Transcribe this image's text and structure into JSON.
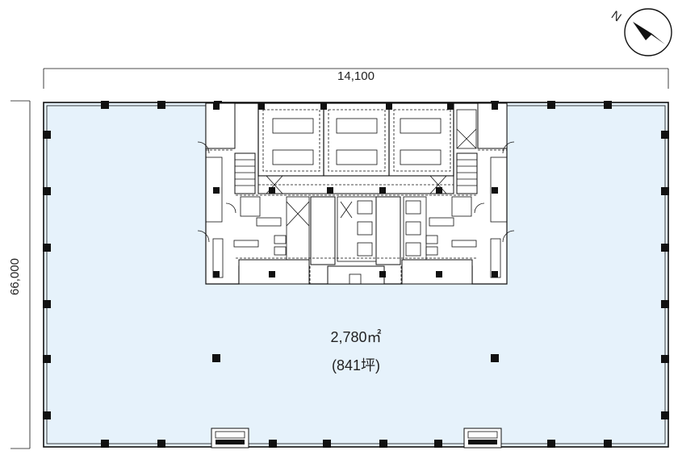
{
  "dimensions": {
    "width_label": "14,100",
    "height_label": "66,000"
  },
  "floor": {
    "area": "2,780㎡",
    "area_tsubo": "(841坪)",
    "floor_color": "#e6f2fb"
  },
  "compass": {
    "label": "N",
    "icon": "north-arrow-icon"
  }
}
